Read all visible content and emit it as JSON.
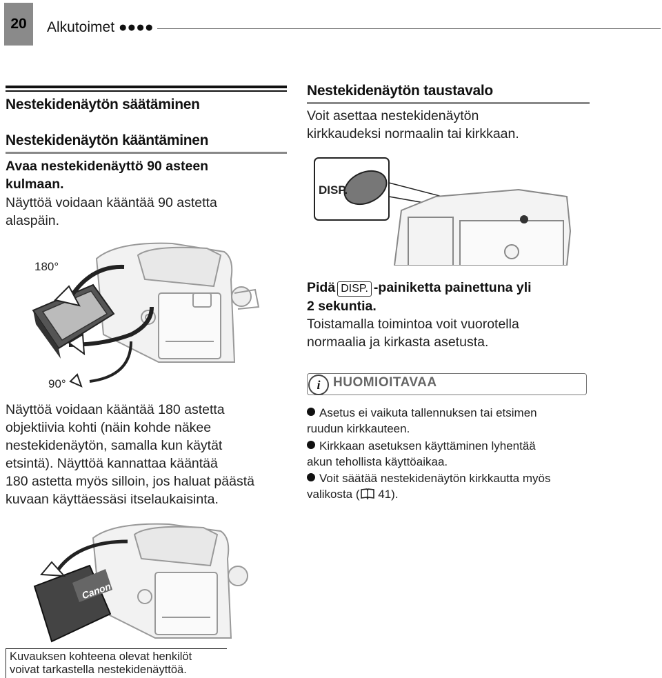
{
  "header": {
    "page_number": "20",
    "chapter_title": "Alkutoimet ●●●●"
  },
  "left": {
    "section_title": "Nestekidenäytön säätäminen",
    "subsection_title": "Nestekidenäytön kääntäminen",
    "step_bold": "Avaa nestekidenäyttö 90 asteen kulmaan.",
    "step_bold_line1": "Avaa nestekidenäyttö 90 asteen",
    "step_bold_line2": "kulmaan.",
    "step_note_line1": "Näyttöä voidaan kääntää 90 astetta",
    "step_note_line2": "alaspäin.",
    "label_180": "180°",
    "label_90": "90°",
    "para_lines": [
      "Näyttöä voidaan kääntää 180 astetta",
      "objektiivia kohti (näin kohde näkee",
      "nestekidenäytön, samalla kun käytät",
      "etsintä). Näyttöä kannattaa kääntää",
      "180 astetta myös silloin, jos haluat päästä",
      "kuvaan käyttäessäsi itselaukaisinta."
    ],
    "lens_brand": "Canon",
    "caption_line1": "Kuvauksen kohteena olevat henkilöt",
    "caption_line2": "voivat tarkastella nestekidenäyttöä."
  },
  "right": {
    "section_title": "Nestekidenäytön taustavalo",
    "intro_line1": "Voit asettaa nestekidenäytön",
    "intro_line2": "kirkkaudeksi normaalin tai kirkkaan.",
    "disp_label": "DISP.",
    "step_pre": "Pidä",
    "step_key": "DISP.",
    "step_post": "-painiketta painettuna yli",
    "step_line2": "2 sekuntia.",
    "step_desc_line1": "Toistamalla toimintoa voit vuorotella",
    "step_desc_line2": "normaalia ja kirkasta asetusta.",
    "note_title": "HUOMIOITAVAA",
    "notes": [
      {
        "line1": "Asetus ei vaikuta tallennuksen tai etsimen",
        "line2": "ruudun kirkkauteen."
      },
      {
        "line1": "Kirkkaan asetuksen käyttäminen lyhentää",
        "line2": "akun tehollista käyttöaikaa."
      },
      {
        "line1": "Voit säätää nestekidenäytön kirkkautta myös",
        "line2": "valikosta (",
        "ref": "41)."
      }
    ]
  }
}
